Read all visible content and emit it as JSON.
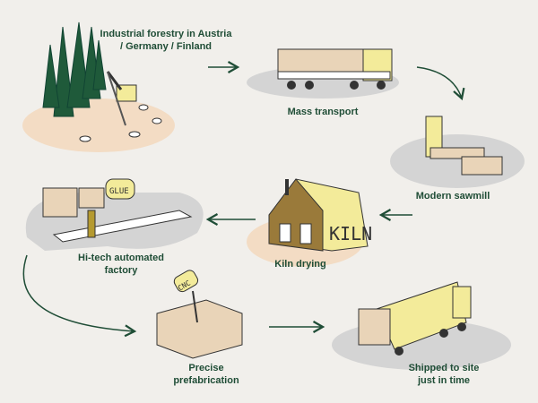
{
  "steps": [
    {
      "label_line1": "Industrial forestry in Austria",
      "label_line2": "/ Germany / Finland"
    },
    {
      "label_line1": "Mass transport"
    },
    {
      "label_line1": "Modern sawmill"
    },
    {
      "label_line1": "Kiln drying"
    },
    {
      "label_line1": "Hi-tech automated",
      "label_line2": "factory"
    },
    {
      "label_line1": "Precise",
      "label_line2": "prefabrication"
    },
    {
      "label_line1": "Shipped to site",
      "label_line2": "just in time"
    }
  ],
  "illustration_text": {
    "glue": "GLUE",
    "kiln": "KILN",
    "cnc": "CNC"
  },
  "colors": {
    "background": "#f1efeb",
    "text": "#1f4d36",
    "yellow": "#f3eb9a",
    "wood": "#e9d4b8",
    "ground_grey": "#d4d4d4",
    "ground_peach": "#f3dcc4"
  }
}
